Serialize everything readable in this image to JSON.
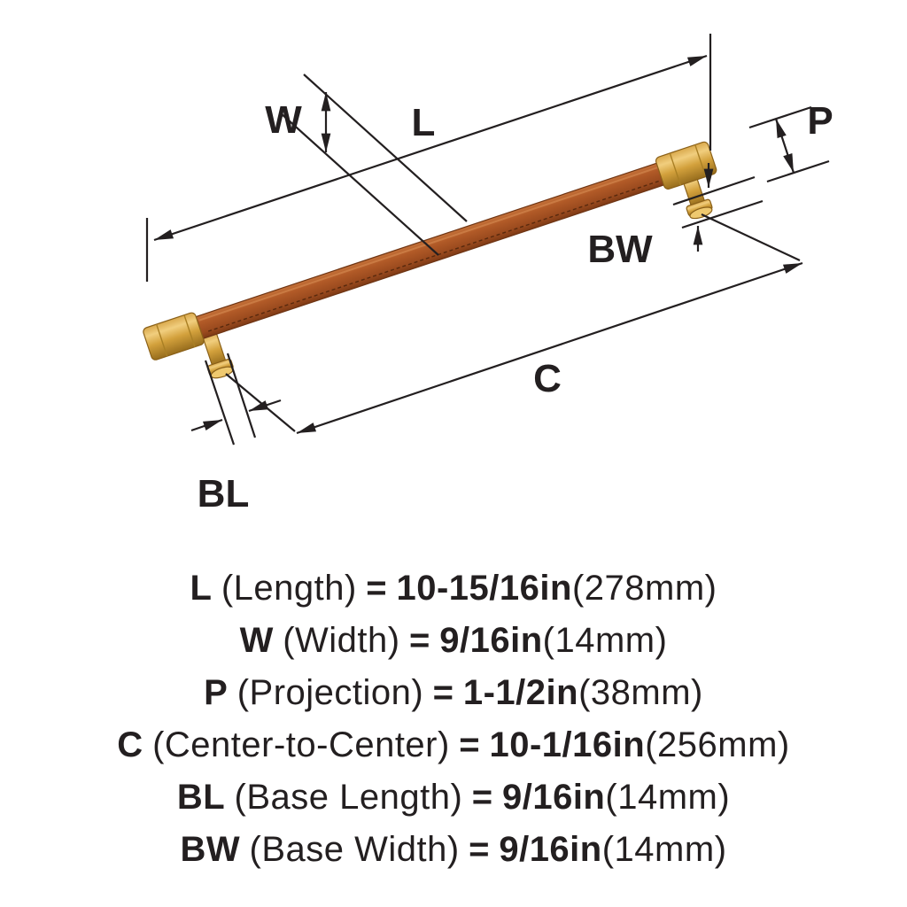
{
  "diagram": {
    "labels": {
      "L": "L",
      "W": "W",
      "P": "P",
      "C": "C",
      "BW": "BW",
      "BL": "BL"
    },
    "colors": {
      "line": "#231F20",
      "brass": "#D9A84C",
      "leather": "#AF5B26"
    }
  },
  "legend": {
    "rows": [
      {
        "symbol": "L",
        "name": "(Length)",
        "eq": "=",
        "value": "10-15/16in",
        "metric": "(278mm)"
      },
      {
        "symbol": "W",
        "name": "(Width)",
        "eq": "=",
        "value": "9/16in",
        "metric": "(14mm)"
      },
      {
        "symbol": "P",
        "name": "(Projection)",
        "eq": "=",
        "value": "1-1/2in",
        "metric": "(38mm)"
      },
      {
        "symbol": "C",
        "name": "(Center-to-Center)",
        "eq": "=",
        "value": "10-1/16in",
        "metric": "(256mm)"
      },
      {
        "symbol": "BL",
        "name": "(Base Length)",
        "eq": "=",
        "value": "9/16in",
        "metric": "(14mm)"
      },
      {
        "symbol": "BW",
        "name": "(Base Width)",
        "eq": "=",
        "value": "9/16in",
        "metric": "(14mm)"
      }
    ]
  }
}
